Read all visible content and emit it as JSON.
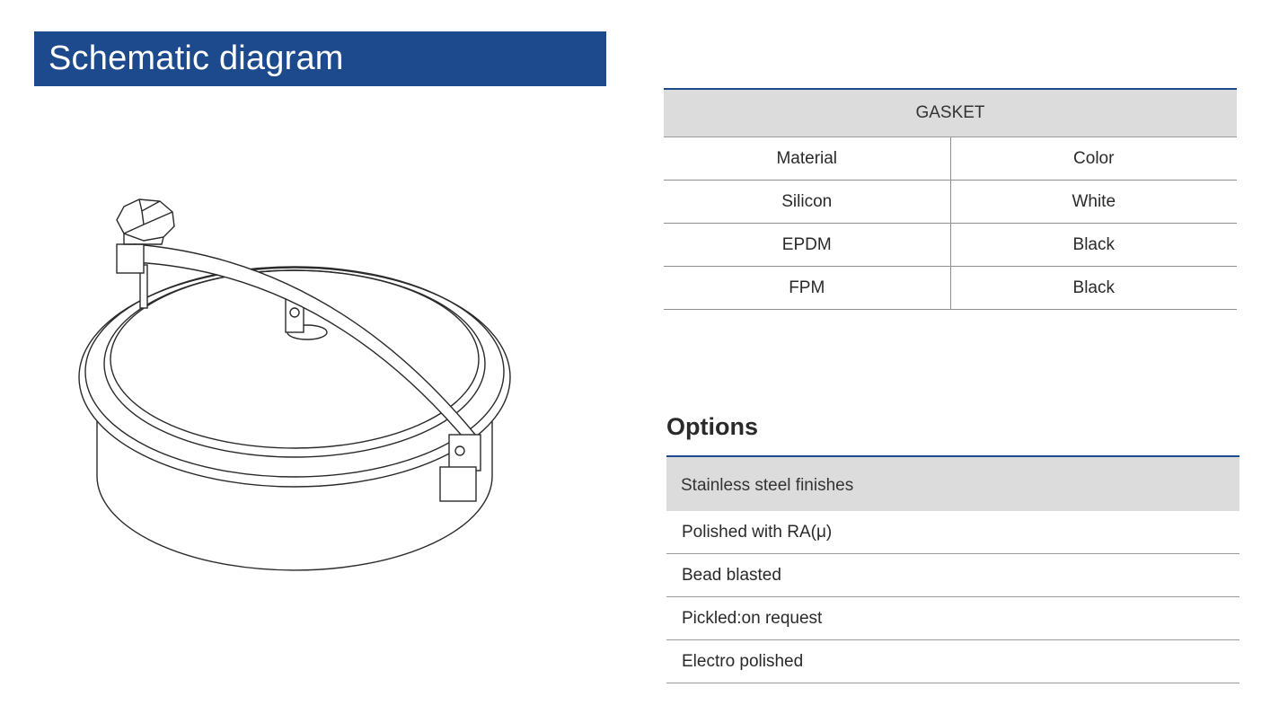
{
  "header": {
    "title": "Schematic diagram"
  },
  "gasket": {
    "title": "GASKET",
    "columns": [
      "Material",
      "Color"
    ],
    "rows": [
      [
        "Silicon",
        "White"
      ],
      [
        "EPDM",
        "Black"
      ],
      [
        "FPM",
        "Black"
      ]
    ]
  },
  "options": {
    "title": "Options",
    "header": "Stainless steel finishes",
    "items": [
      "Polished with RA(μ)",
      "Bead blasted",
      "Pickled:on request",
      "Electro polished"
    ]
  }
}
